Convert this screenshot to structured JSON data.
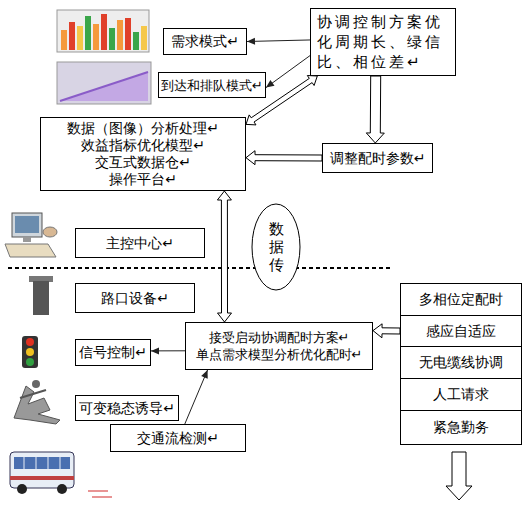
{
  "diagram": {
    "nodes": [
      {
        "text": [
          "需求模式↵"
        ]
      },
      {
        "text": [
          "协调控制方案优化周期长、绿信比、相位差↵"
        ]
      },
      {
        "text": [
          "到达和排队模式↵"
        ]
      },
      {
        "text": [
          "数据（图像）分析处理↵",
          "效益指标优化模型↵",
          "交互式数据仓↵",
          "操作平台↵"
        ]
      },
      {
        "text": [
          "调整配时参数↵"
        ]
      },
      {
        "text": [
          "主控中心↵"
        ]
      },
      {
        "text": [
          "数据传"
        ]
      },
      {
        "text": [
          "路口设备↵"
        ]
      },
      {
        "text": [
          "接受启动协调配时方案↵",
          "单点需求模型分析优化配时↵"
        ]
      },
      {
        "text": [
          "信号控制↵"
        ]
      },
      {
        "text": [
          "可变稳态诱导↵"
        ]
      },
      {
        "text": [
          "交通流检测↵"
        ]
      },
      {
        "text": [
          "多相位定配时"
        ]
      },
      {
        "text": [
          "感应自适应"
        ]
      },
      {
        "text": [
          "无电缆线协调"
        ]
      },
      {
        "text": [
          "人工请求"
        ]
      },
      {
        "text": [
          "紧急勤务"
        ]
      }
    ],
    "edges": [
      {
        "from": 1,
        "to": 0,
        "arrow": "to"
      },
      {
        "from": 1,
        "to": 2,
        "arrow": "to"
      },
      {
        "from": 1,
        "to": 4,
        "arrow": "to"
      },
      {
        "from": 4,
        "to": 3,
        "arrow": "to"
      },
      {
        "from": 3,
        "to": 1,
        "arrow": "both"
      },
      {
        "from": 3,
        "to": 8,
        "arrow": "both"
      },
      {
        "from": 8,
        "to": 9,
        "arrow": "to"
      },
      {
        "from": 11,
        "to": 8,
        "arrow": "to"
      },
      {
        "from": 13,
        "to": 8,
        "arrow": "to"
      }
    ]
  }
}
